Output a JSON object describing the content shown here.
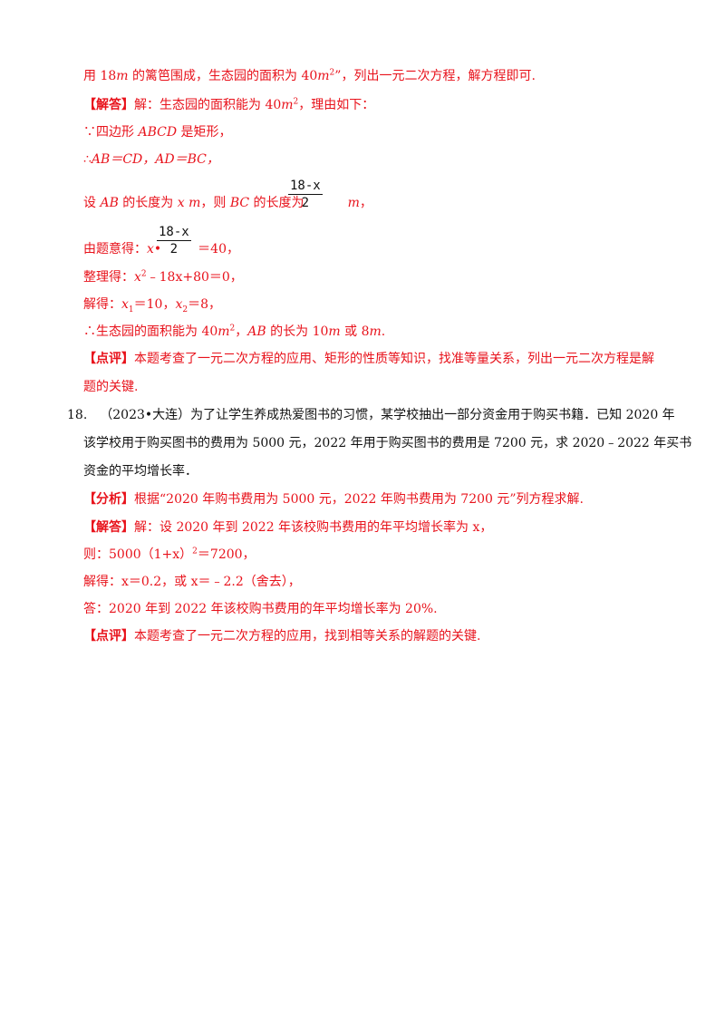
{
  "prev_problem": {
    "analysis_tail": {
      "part1": "用 18",
      "m1": "m",
      "part2": " 的篱笆围成，生态园的面积为 40",
      "m2": "m",
      "sq": "2",
      "part3": "”，列出一元二次方程，解方程即可."
    },
    "solution_tag": "【解答】",
    "solution_intro_a": "解：生态园的面积能为 40",
    "solution_intro_m": "m",
    "solution_intro_sq": "2",
    "solution_intro_b": "，理由如下：",
    "because_symbol": "∵",
    "because_a": "四边形 ",
    "because_abcd": "ABCD",
    "because_b": " 是矩形，",
    "therefore_symbol": "∴",
    "therefore_text": "AB＝CD，AD＝BC，",
    "set_a": "设 ",
    "set_ab": "AB",
    "set_b": " 的长度为 ",
    "set_x": "x  m",
    "set_c": "，则 ",
    "set_bc": "BC",
    "set_d": " 的长度为",
    "set_unit": "m",
    "set_end": "，",
    "frac_num": "18-x",
    "frac_den": "2",
    "eq_label": "由题意得：",
    "eq_x": "x",
    "eq_dot": "•",
    "eq_end": "＝40，",
    "simplify_label": "整理得：",
    "simplify_x": "x",
    "simplify_sq": "2",
    "simplify_rest": "﹣18x+80＝0，",
    "solve_label": "解得：",
    "solve_x1": "x",
    "solve_x1_sub": "1",
    "solve_x1_val": "＝10，",
    "solve_x2": "x",
    "solve_x2_sub": "2",
    "solve_x2_val": "＝8，",
    "concl_sym": "∴",
    "concl_a": "生态园的面积能为 40",
    "concl_m": "m",
    "concl_sq": "2",
    "concl_b": "，",
    "concl_ab": "AB",
    "concl_c": " 的长为 10",
    "concl_m2": "m",
    "concl_d": " 或 8",
    "concl_m3": "m",
    "concl_e": ".",
    "comment_tag": "【点评】",
    "comment_line1": "本题考查了一元二次方程的应用、矩形的性质等知识，找准等量关系，列出一元二次方程是解",
    "comment_line2": "题的关键."
  },
  "problem18": {
    "number": "18.",
    "line1": "（2023•大连）为了让学生养成热爱图书的习惯，某学校抽出一部分资金用于购买书籍．已知 2020 年",
    "line2": "该学校用于购买图书的费用为 5000 元，2022 年用于购买图书的费用是 7200 元，求 2020﹣2022 年买书",
    "line3": "资金的平均增长率．",
    "analysis_tag": "【分析】",
    "analysis_text": "根据“2020 年购书费用为 5000 元，2022 年购书费用为 7200 元”列方程求解.",
    "solution_tag": "【解答】",
    "solution_text": "解：设 2020 年到 2022 年该校购书费用的年平均增长率为 x，",
    "then_a": "则：5000（1+x）",
    "then_sq": "2",
    "then_b": "＝7200，",
    "solved": "解得：x＝0.2，或 x＝﹣2.2（舍去），",
    "answer": "答：2020 年到 2022 年该校购书费用的年平均增长率为 20%.",
    "comment_tag": "【点评】",
    "comment_text": "本题考查了一元二次方程的应用，找到相等关系的解题的关键."
  },
  "colors": {
    "answer_red": "#e8121b",
    "text_black": "#111111"
  }
}
